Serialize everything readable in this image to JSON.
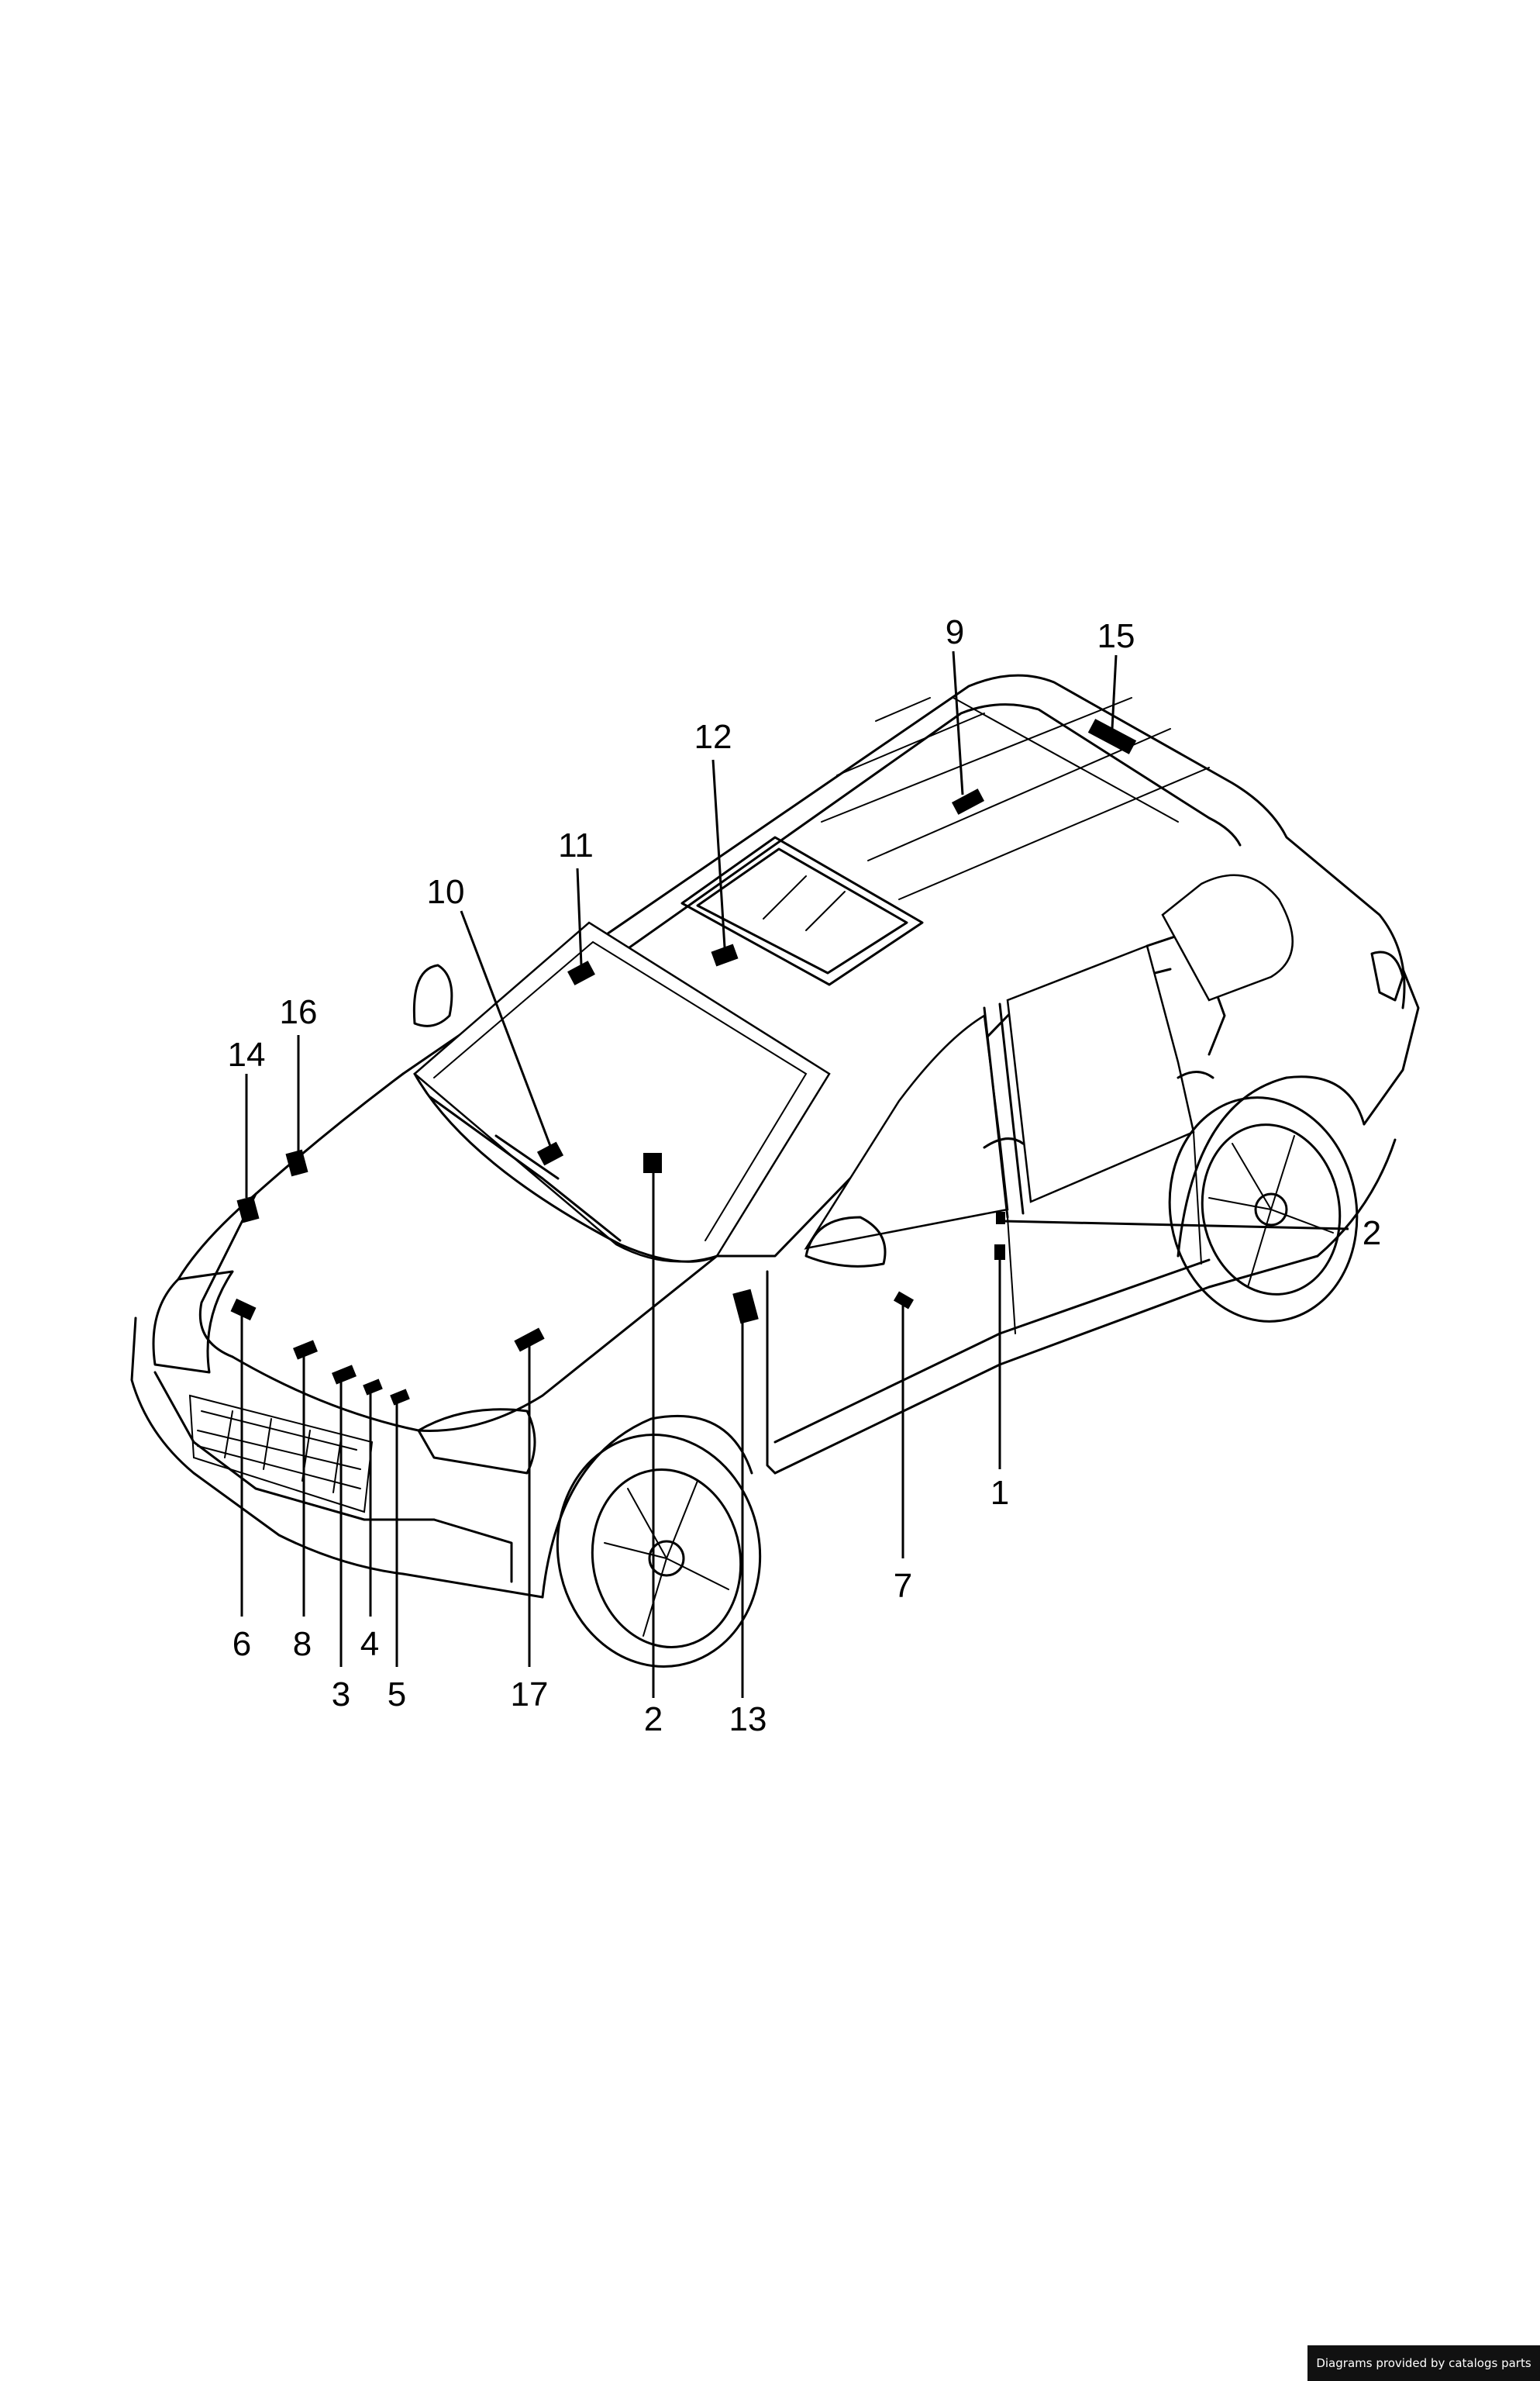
{
  "diagram": {
    "callouts": [
      {
        "id": "c1",
        "text": "1"
      },
      {
        "id": "c2a",
        "text": "2"
      },
      {
        "id": "c2b",
        "text": "2"
      },
      {
        "id": "c3",
        "text": "3"
      },
      {
        "id": "c4",
        "text": "4"
      },
      {
        "id": "c5",
        "text": "5"
      },
      {
        "id": "c6",
        "text": "6"
      },
      {
        "id": "c7",
        "text": "7"
      },
      {
        "id": "c8",
        "text": "8"
      },
      {
        "id": "c9",
        "text": "9"
      },
      {
        "id": "c10",
        "text": "10"
      },
      {
        "id": "c11",
        "text": "11"
      },
      {
        "id": "c12",
        "text": "12"
      },
      {
        "id": "c13",
        "text": "13"
      },
      {
        "id": "c14",
        "text": "14"
      },
      {
        "id": "c15",
        "text": "15"
      },
      {
        "id": "c16",
        "text": "16"
      },
      {
        "id": "c17",
        "text": "17"
      }
    ]
  },
  "footer": {
    "credit": "Diagrams provided by catalogs parts"
  },
  "colors": {
    "line": "#000000",
    "background": "#ffffff",
    "badge": "#111111"
  }
}
